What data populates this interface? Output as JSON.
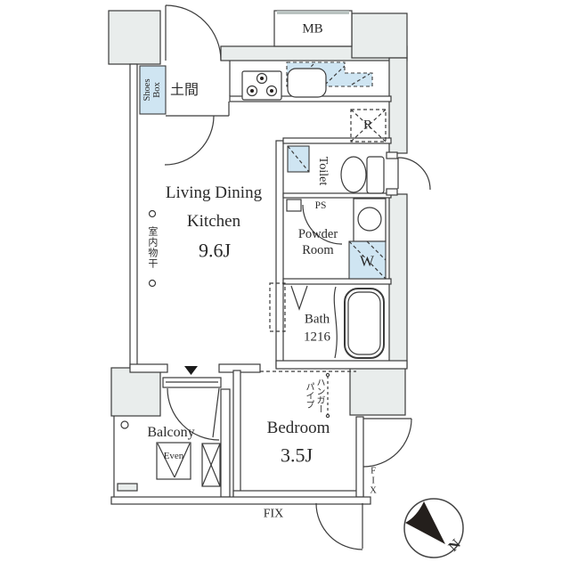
{
  "floor_plan": {
    "colors": {
      "wall_fill": "#e9edec",
      "fixture_blue": "#cfe5f2",
      "line": "#3b3b3b"
    },
    "labels": {
      "meter_box": "MB",
      "shoes_box": "Shoes\nBox",
      "doma": "土間",
      "refrigerator": "R",
      "toilet": "Toilet",
      "pipe_space": "PS",
      "powder_room": "Powder\nRoom",
      "washer": "W",
      "bath": "Bath\n1216",
      "ldk_line1": "Living Dining",
      "ldk_line2": "Kitchen",
      "ldk_size": "9.6J",
      "indoor_drying": "室内物干",
      "hanger_pipe": "ハンガー\nパイプ",
      "bedroom": "Bedroom",
      "bedroom_size": "3.5J",
      "balcony": "Balcony",
      "hatch": "Even",
      "fix_bottom": "FIX",
      "fix_right": "FIX",
      "compass_north": "N"
    }
  }
}
